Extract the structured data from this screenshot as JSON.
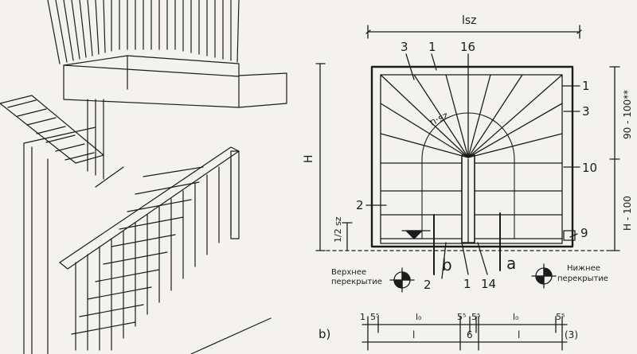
{
  "plan": {
    "panel_label": "b)",
    "width_label": "lsz",
    "height_label": "H",
    "half_riser_label": "1/2 sz",
    "curve_label": "n·sz",
    "right_dim_upper": "90 - 100**",
    "right_dim_lower": "H - 100",
    "section_mark_b": "b",
    "section_mark_a": "a",
    "upper_floor_label_line1": "Верхнее",
    "upper_floor_label_line2": "перекрытие",
    "lower_floor_label_line1": "Нижнее",
    "lower_floor_label_line2": "перекрытие",
    "callouts": {
      "top_left_3": "3",
      "top_1": "1",
      "top_16": "16",
      "right_1": "1",
      "right_3": "3",
      "right_10": "10",
      "left_2": "2",
      "right_9": "9",
      "bottom_2": "2",
      "bottom_1": "1",
      "bottom_14": "14"
    },
    "bottom_dims": {
      "row1": [
        "1",
        "5⁵",
        "l₀",
        "5⁵",
        "5⁵",
        "l₀",
        "5⁵"
      ],
      "row2": [
        "l",
        "6",
        "l",
        "(3)"
      ]
    }
  }
}
